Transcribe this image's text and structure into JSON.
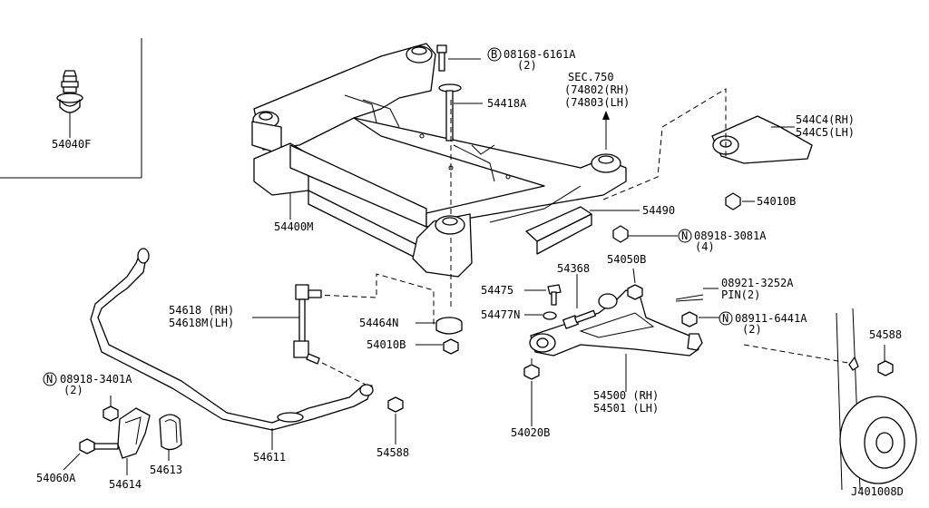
{
  "labels": {
    "p54040F": "54040F",
    "p08168_code": "08168-6161A",
    "p08168_qty": "(2)",
    "p08168_prefix": "B",
    "sec750": "SEC.750",
    "sec74802": "(74802(RH)",
    "sec74803": "(74803(LH)",
    "p54418A": "54418A",
    "p544C4": "544C4(RH)",
    "p544C5": "544C5(LH)",
    "p54010B_top": "54010B",
    "p54400M": "54400M",
    "p54490": "54490",
    "p08918_3081_code": "08918-3081A",
    "p08918_3081_qty": "(4)",
    "p08918_3081_prefix": "N",
    "p54368": "54368",
    "p54050B": "54050B",
    "p08921_code": "08921-3252A",
    "p08921_pin": "PIN(2)",
    "p54475": "54475",
    "p54477N": "54477N",
    "p08911_code": "08911-6441A",
    "p08911_qty": "(2)",
    "p08911_prefix": "N",
    "p54618_rh": "54618 (RH)",
    "p54618M_lh": "54618M(LH)",
    "p54464N": "54464N",
    "p54010B_mid": "54010B",
    "p54588_right": "54588",
    "p08918_3401_code": "08918-3401A",
    "p08918_3401_qty": "(2)",
    "p08918_3401_prefix": "N",
    "p54500_rh": "54500 (RH)",
    "p54501_lh": "54501 (LH)",
    "p54020B": "54020B",
    "p54611": "54611",
    "p54588_bottom": "54588",
    "p54613": "54613",
    "p54060A": "54060A",
    "p54614": "54614",
    "diagram_id": "J401008D"
  }
}
